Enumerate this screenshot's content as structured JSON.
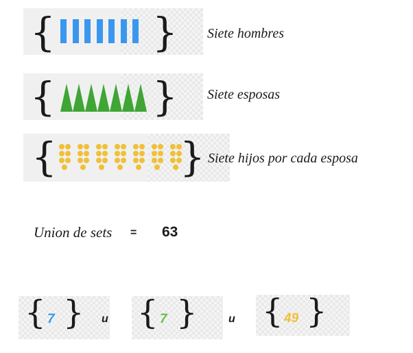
{
  "rows": [
    {
      "label": "Siete hombres",
      "count": 7,
      "shape": "bar",
      "color": "#3a97ef"
    },
    {
      "label": "Siete esposas",
      "count": 7,
      "shape": "triangle",
      "color": "#3fa535"
    },
    {
      "label": "Siete hijos por cada esposa",
      "count": 49,
      "shape": "dot",
      "color": "#f0c038"
    }
  ],
  "union": {
    "label": "Union de sets",
    "equals": "=",
    "total": "63"
  },
  "equation": {
    "sets": [
      {
        "value": "7",
        "color": "#3a97ef"
      },
      {
        "value": "7",
        "color": "#6cc04a"
      },
      {
        "value": "49",
        "color": "#f0c038"
      }
    ],
    "operator": "u"
  }
}
